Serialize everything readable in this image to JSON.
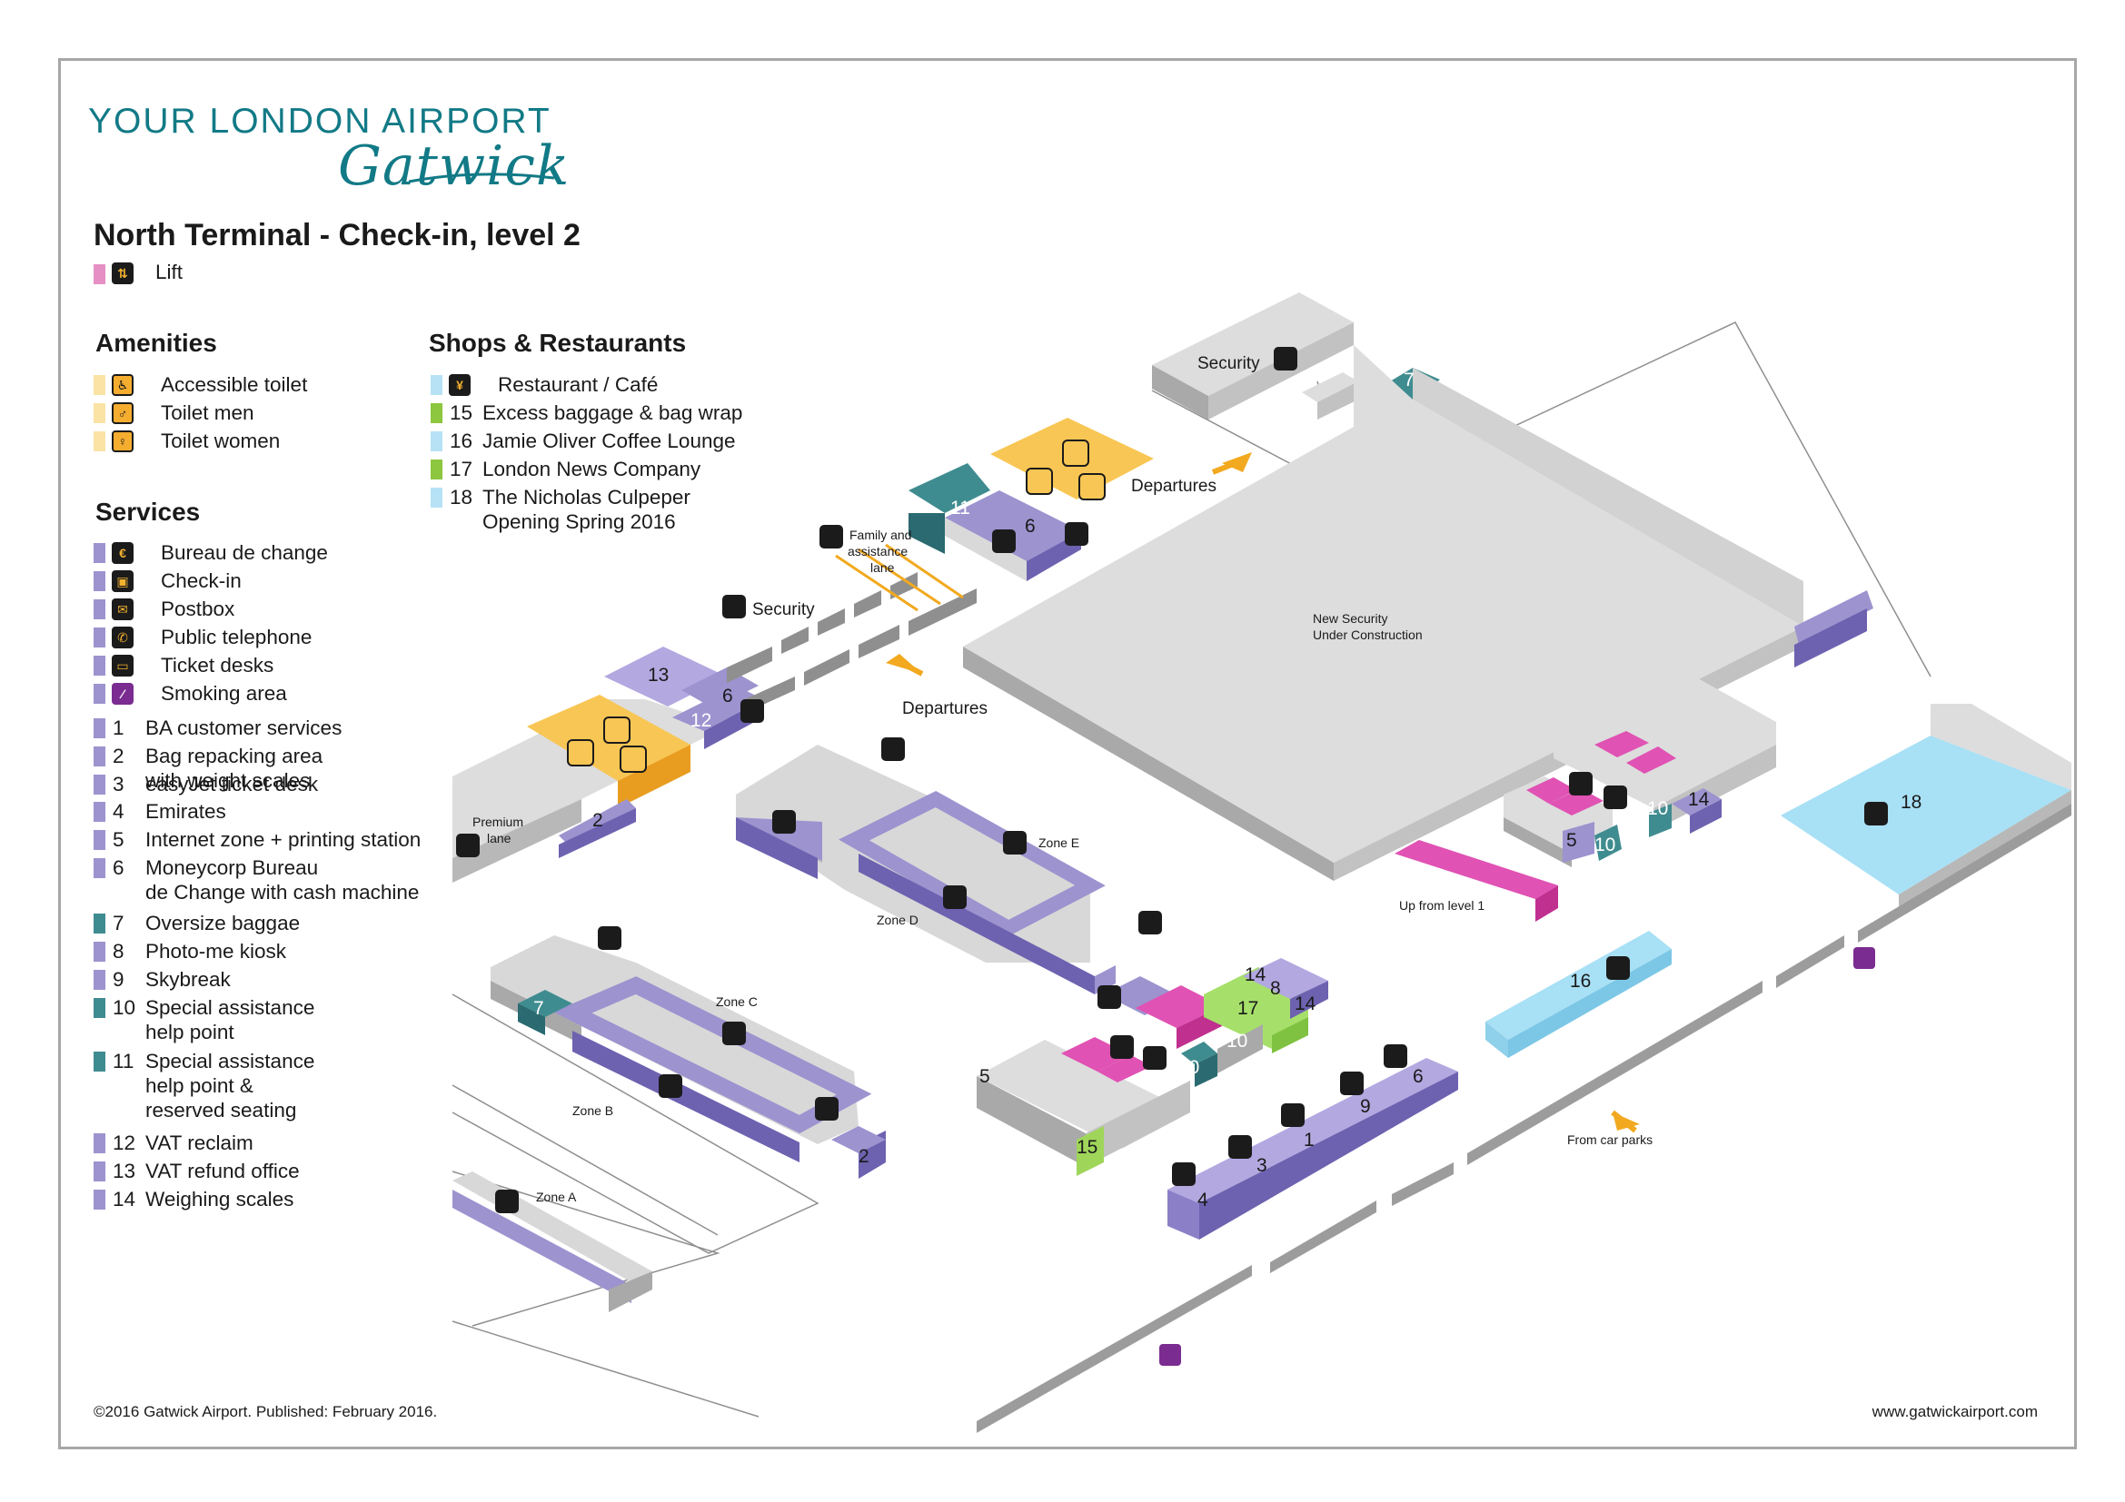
{
  "brand": {
    "tagline": "YOUR LONDON AIRPORT",
    "name": "Gatwick",
    "teal": "#127a86"
  },
  "title": "North Terminal - Check-in, level 2",
  "lift": {
    "label": "Lift",
    "color": "#e58fc4",
    "icon": "lift-icon"
  },
  "amenities": {
    "heading": "Amenities",
    "swatch_color": "#fbe3a5",
    "items": [
      {
        "label": "Accessible toilet",
        "icon": "wheelchair-icon"
      },
      {
        "label": "Toilet men",
        "icon": "man-icon"
      },
      {
        "label": "Toilet women",
        "icon": "woman-icon"
      }
    ]
  },
  "services": {
    "heading": "Services",
    "icon_items": [
      {
        "label": "Bureau de change",
        "icon": "currency-exchange-icon"
      },
      {
        "label": "Check-in",
        "icon": "check-in-icon"
      },
      {
        "label": "Postbox",
        "icon": "envelope-icon"
      },
      {
        "label": "Public telephone",
        "icon": "telephone-icon"
      },
      {
        "label": "Ticket desks",
        "icon": "ticket-icon"
      },
      {
        "label": "Smoking area",
        "icon": "smoking-icon"
      }
    ],
    "numbered_items": [
      {
        "num": "1",
        "lines": [
          "BA customer services"
        ],
        "color": "#9c93cf"
      },
      {
        "num": "2",
        "lines": [
          "Bag repacking area",
          "with weight scales"
        ],
        "color": "#9c93cf"
      },
      {
        "num": "3",
        "lines": [
          "easyJet ticket desk"
        ],
        "color": "#9c93cf"
      },
      {
        "num": "4",
        "lines": [
          "Emirates"
        ],
        "color": "#9c93cf"
      },
      {
        "num": "5",
        "lines": [
          "Internet zone + printing station"
        ],
        "color": "#9c93cf"
      },
      {
        "num": "6",
        "lines": [
          "Moneycorp Bureau",
          "de Change with cash machine"
        ],
        "color": "#9c93cf"
      },
      {
        "num": "7",
        "lines": [
          "Oversize baggae"
        ],
        "color": "#3f8c90"
      },
      {
        "num": "8",
        "lines": [
          "Photo-me kiosk"
        ],
        "color": "#9c93cf"
      },
      {
        "num": "9",
        "lines": [
          "Skybreak"
        ],
        "color": "#9c93cf"
      },
      {
        "num": "10",
        "lines": [
          "Special assistance",
          "help point"
        ],
        "color": "#3f8c90"
      },
      {
        "num": "11",
        "lines": [
          "Special assistance",
          "help point &",
          "reserved seating"
        ],
        "color": "#3f8c90"
      },
      {
        "num": "12",
        "lines": [
          "VAT reclaim"
        ],
        "color": "#9c93cf"
      },
      {
        "num": "13",
        "lines": [
          "VAT refund office"
        ],
        "color": "#9c93cf"
      },
      {
        "num": "14",
        "lines": [
          "Weighing scales"
        ],
        "color": "#9c93cf"
      }
    ]
  },
  "shops": {
    "heading": "Shops & Restaurants",
    "items": [
      {
        "num": "",
        "lines": [
          "Restaurant / Café"
        ],
        "color": "#b7e2f5",
        "icon": "restaurant-icon"
      },
      {
        "num": "15",
        "lines": [
          "Excess baggage & bag wrap"
        ],
        "color": "#8dc63f"
      },
      {
        "num": "16",
        "lines": [
          "Jamie Oliver Coffee Lounge"
        ],
        "color": "#b7e2f5"
      },
      {
        "num": "17",
        "lines": [
          "London News Company"
        ],
        "color": "#8dc63f"
      },
      {
        "num": "18",
        "lines": [
          "The Nicholas Culpeper",
          "Opening Spring 2016"
        ],
        "color": "#b7e2f5"
      }
    ]
  },
  "map": {
    "labels": {
      "security_top": "Security",
      "security_mid": "Security",
      "departures_top": "Departures",
      "departures_mid": "Departures",
      "family_lane": [
        "Family and",
        "assistance",
        "lane"
      ],
      "premium_lane": [
        "Premium",
        "lane"
      ],
      "new_security": [
        "New Security",
        "Under Construction"
      ],
      "up_from_level1": "Up from level 1",
      "from_car_parks": "From car parks",
      "zone_a": "Zone A",
      "zone_b": "Zone B",
      "zone_c": "Zone C",
      "zone_d": "Zone D",
      "zone_e": "Zone E"
    },
    "numbers": {
      "n1": "1",
      "n2a": "2",
      "n2b": "2",
      "n3": "3",
      "n4": "4",
      "n5a": "5",
      "n5b": "5",
      "n6a": "6",
      "n6b": "6",
      "n6c": "6",
      "n7a": "7",
      "n7b": "7",
      "n8": "8",
      "n9": "9",
      "n10a": "10",
      "n10b": "10",
      "n10c": "10",
      "n10d": "10",
      "n11": "11",
      "n12": "12",
      "n13": "13",
      "n14a": "14",
      "n14b": "14",
      "n14c": "14",
      "n15": "15",
      "n16": "16",
      "n17": "17",
      "n18": "18"
    },
    "colors": {
      "floor": "#dddddd",
      "wall": "#9c9c9c",
      "purple": "#9c93cf",
      "purple_dark": "#6d62b0",
      "teal": "#3f8c90",
      "pink": "#e052b3",
      "green": "#9fd65a",
      "lightblue": "#a8e0f5",
      "amber": "#f8c654",
      "arrow": "#f2a91f"
    }
  },
  "footer": {
    "copyright": "©2016 Gatwick Airport. Published: February 2016.",
    "url": "www.gatwickairport.com"
  }
}
